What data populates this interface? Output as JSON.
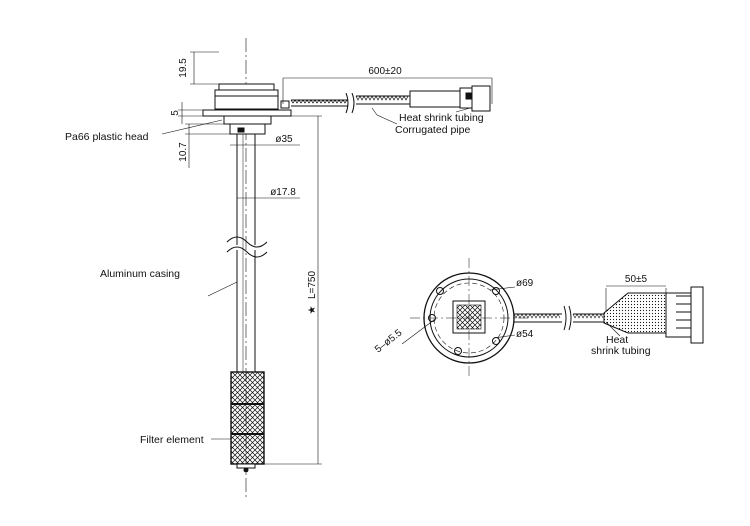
{
  "colors": {
    "line": "#111111",
    "background": "#ffffff"
  },
  "side_view": {
    "dimensions": {
      "head_height": "19.5",
      "flange": "5",
      "neck": "10.7",
      "neck_diameter": "ø35",
      "tube_diameter": "ø17.8",
      "length": "L=750",
      "cable_length": "600±20"
    },
    "labels": {
      "head": "Pa66 plastic head",
      "casing": "Aluminum casing",
      "filter": "Filter element",
      "heat_shrink": "Heat shrink tubing",
      "pipe": "Corrugated pipe"
    },
    "star_symbol": "★"
  },
  "top_view": {
    "dimensions": {
      "outer_diameter": "ø69",
      "bolt_circle": "ø54",
      "holes": "5–ø5.5",
      "connector_length": "50±5"
    },
    "labels": {
      "heat_shrink_line1": "Heat",
      "heat_shrink_line2": "shrink tubing"
    }
  }
}
